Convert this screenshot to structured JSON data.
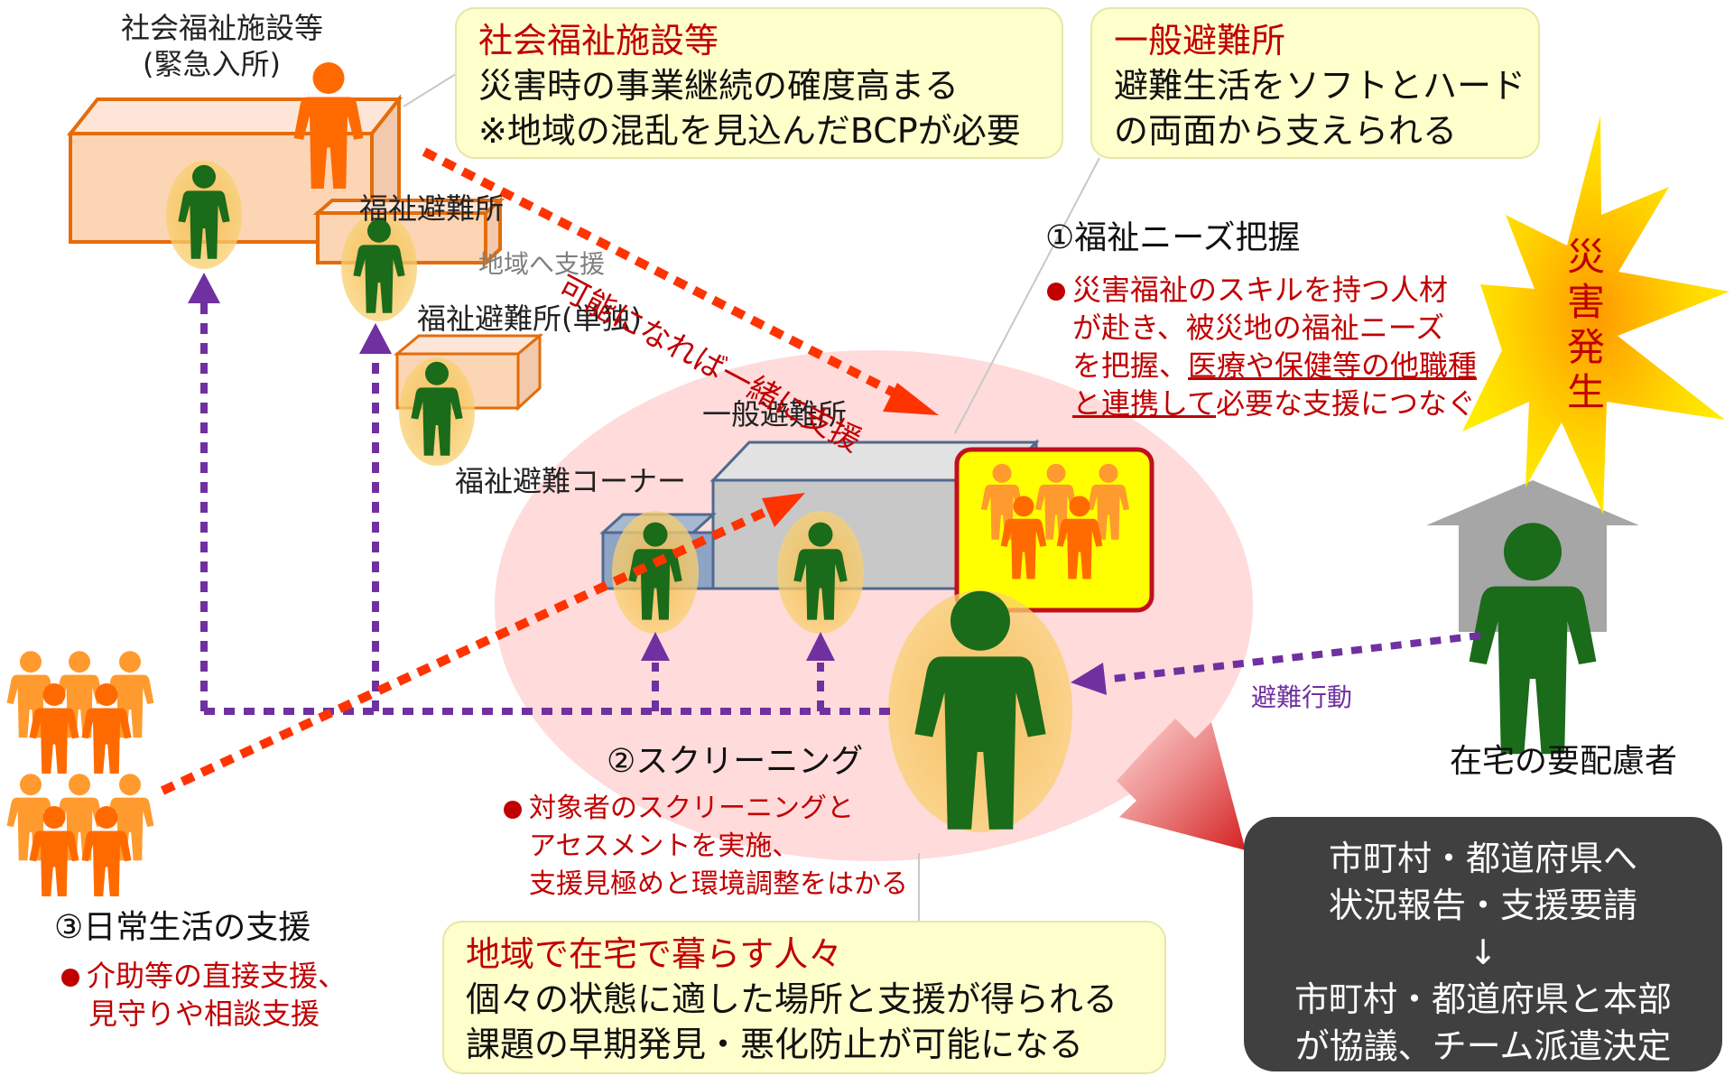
{
  "facilities": {
    "social_welfare_title": "社会福祉施設等",
    "social_welfare_sub": "(緊急入所)",
    "welfare_shelter": "福祉避難所",
    "support_region": "地域へ支援",
    "welfare_shelter_single": "福祉避難所(単独)",
    "general_shelter": "一般避難所",
    "welfare_corner": "福祉避難コーナー"
  },
  "callouts": {
    "facility": {
      "title": "社会福祉施設等",
      "lines": [
        "災害時の事業継続の確度高まる",
        "※地域の混乱を見込んだBCPが必要"
      ]
    },
    "general": {
      "title": "一般避難所",
      "lines": [
        "避難生活をソフトとハード",
        "の両面から支えられる"
      ]
    },
    "community": {
      "title": "地域で在宅で暮らす人々",
      "lines": [
        "個々の状態に適した場所と支援が得られる",
        "課題の早期発見・悪化防止が可能になる"
      ]
    }
  },
  "arrow_labels": {
    "together": "可能になれば一緒に支援",
    "evacuation": "避難行動"
  },
  "steps": {
    "needs": {
      "title": "①福祉ニーズ把握",
      "line1": "災害福祉のスキルを持つ人材",
      "line2": "が赴き、被災地の福祉ニーズ",
      "line3_plain": "を把握、",
      "line3_ul": "医療や保健等の他職種",
      "line4_ul": "と連携して",
      "line4_plain": "必要な支援につなぐ"
    },
    "screening": {
      "title": "②スクリーニング",
      "lines": [
        "対象者のスクリーニングと",
        "アセスメントを実施、",
        "支援見極めと環境調整をはかる"
      ]
    },
    "daily": {
      "title": "③日常生活の支援",
      "lines": [
        "介助等の直接支援、",
        "見守りや相談支援"
      ]
    }
  },
  "disaster_label": [
    "災",
    "害",
    "発",
    "生"
  ],
  "home_person_label": "在宅の要配慮者",
  "report_box": {
    "line1": "市町村・都道府県へ",
    "line2": "状況報告・支援要請",
    "arrow": "↓",
    "line3": "市町村・都道府県と本部",
    "line4": "が協議、チーム派遣決定"
  },
  "colors": {
    "accent_red": "#c00000",
    "person_green": "#1a6b1a",
    "person_orange": "#ff6a00",
    "purple_arrow": "#7030a0",
    "red_arrow": "#ff3300",
    "callout_bg": "#ffffcc",
    "dark_box": "#404040",
    "starburst": "#ffe600"
  }
}
